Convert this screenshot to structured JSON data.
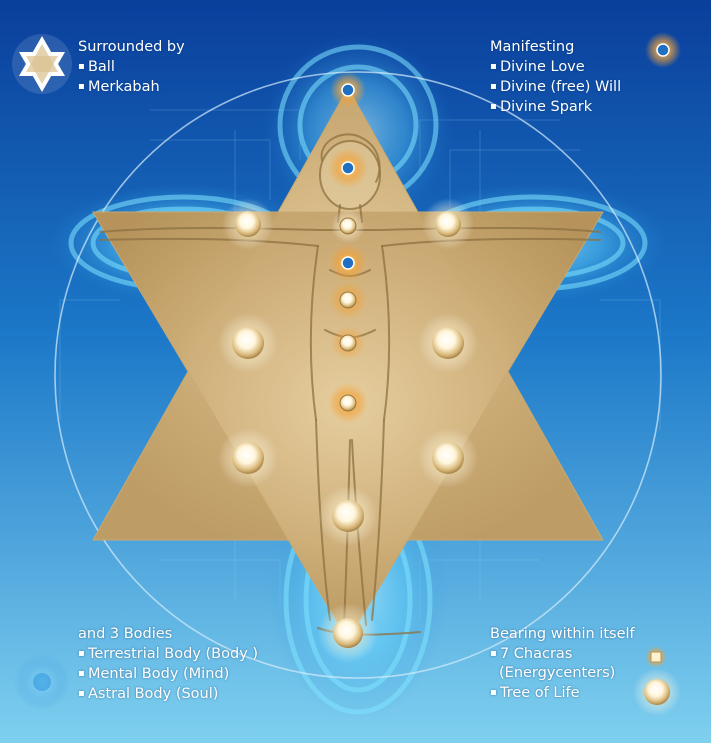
{
  "colors": {
    "bg_light": "#7fd0ef",
    "bg_dark": "#0a3f9c",
    "star_fill": "#c8aa78",
    "aura": "#5fd4ff",
    "chakra_orange": "#f2a23a",
    "chakra_blue": "#1f6fc2",
    "text": "#ffffff"
  },
  "icons": {
    "star": "star-of-david-icon",
    "figure": "vitruvian-figure",
    "light_node": "glowing-sphere-icon",
    "chakra_node": "chakra-node-icon"
  },
  "captions": {
    "top_left": {
      "heading": "Surrounded by",
      "items": [
        "Ball",
        "Merkabah"
      ]
    },
    "top_right": {
      "heading": "Manifesting",
      "items": [
        "Divine Love",
        "Divine (free) Will",
        "Divine Spark"
      ]
    },
    "bottom_left": {
      "heading": "and 3 Bodies",
      "items": [
        "Terrestrial Body (Body )",
        "Mental Body (Mind)",
        "Astral Body (Soul)"
      ]
    },
    "bottom_right": {
      "heading": "Bearing within itself",
      "items": [
        "7 Chacras",
        "(Energycenters)",
        "Tree of Life"
      ]
    }
  }
}
